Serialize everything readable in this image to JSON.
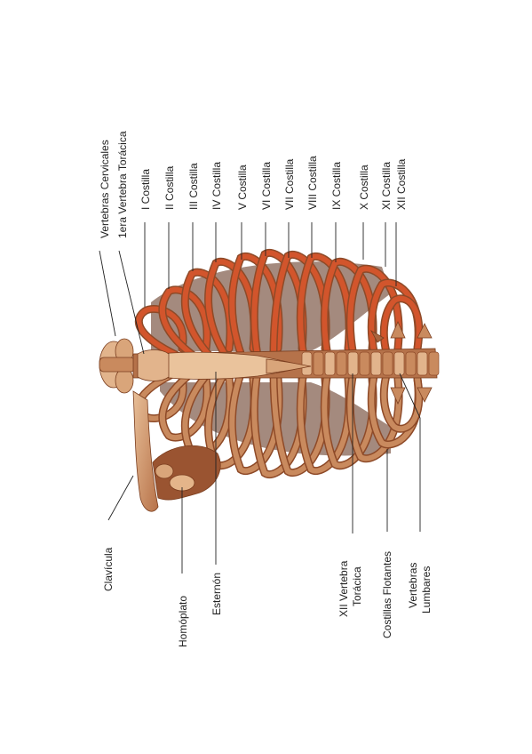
{
  "labels": {
    "vertebras_cervicales": "Vertebras Cervicales",
    "primera_vertebra_toracica": "1era Vertebra Torácica",
    "costillas": [
      "I Costilla",
      "II Costilla",
      "III Costilla",
      "IV Costilla",
      "V Costilla",
      "VI Costilla",
      "VII Costilla",
      "VIII Costilla",
      "IX Costilla",
      "X Costilla",
      "XI Costilla",
      "XII Costilla"
    ],
    "clavicula": "Clavícula",
    "homoplato": "Homóplato",
    "esternon": "Esternón",
    "xii_vertebra_line1": "XII Vertebra",
    "xii_vertebra_line2": "Torácica",
    "costillas_flotantes": "Costillas Flotantes",
    "vertebras_lumbares_line1": "Vertebras",
    "vertebras_lumbares_line2": "Lumbares"
  },
  "colors": {
    "bone_light": "#e2b48c",
    "bone": "#c98a5e",
    "bone_dark": "#8e4a28",
    "cartilage": "#d2552c",
    "line": "#222222"
  }
}
